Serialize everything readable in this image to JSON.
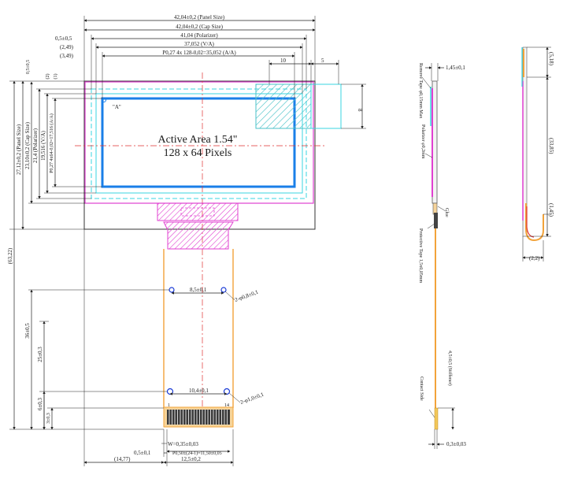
{
  "front_view": {
    "active_area_title": "Active Area 1.54\"",
    "pixels_label": "128 x 64 Pixels",
    "point_a": "\"A\"",
    "dim_panel_size": "42,04±0,2 (Panel Size)",
    "dim_cap_size": "42,04±0,2 (Cap Size)",
    "dim_polarizer": "41,04 (Polarizer)",
    "dim_va": "37,052 (V/A)",
    "dim_aa": "P0,27 4x 128-0,02=35,052 (A/A)",
    "dim_0_5": "0,5±0,5",
    "dim_2_49": "(2,49)",
    "dim_3_49": "(3,49)",
    "dim_10": "10",
    "dim_5": "5",
    "dim_8": "8",
    "vdim_0_5": "0,5±0,5",
    "vdim_1": "(1)",
    "vdim_2": "(2)",
    "vdim_aa": "P0,27 4x64-0,02=17,516 (A/A)",
    "vdim_va": "19,516 (V/A)",
    "vdim_polarizer": "21,4 (Polarizer)",
    "vdim_cap": "23,10±0,2 (Cap Size)",
    "vdim_panel": "27,12±0,2 (Panel Size)",
    "vdim_total": "(63,22)",
    "vdim_36": "36±0,5",
    "vdim_25": "25±0,3",
    "vdim_6": "6±0,3",
    "vdim_3": "3±0,3",
    "hole_spacing_1": "8,5±0,1",
    "hole_label_1": "2-φ0,8±0,1",
    "hole_spacing_2": "10,4±0,1",
    "hole_label_2": "2-φ1,0±0,1",
    "pin_1": "1",
    "pin_14": "14",
    "w_label": "W=0,35±0,03",
    "pitch_label": "P0,50±(24-1)=11,50±0,05",
    "dim_0_5_bottom": "0,5±0,1",
    "dim_14_77": "(14,77)",
    "dim_12_5": "12,5±0,2"
  },
  "side_view": {
    "thickness": "1,45±0,1",
    "remove_tape": "Remove Tape φ0,15mm Max",
    "polarizer": "Polarizer φ0,2mm",
    "glue": "Glue",
    "protective_tape": "Protective Tape 1,5x0,05mm",
    "stiffener": "4,5±0,5 (Stiffener)",
    "contact_side": "Contact Side",
    "fpc_thickness": "0,3±0,03"
  },
  "bend_view": {
    "dim_5_18": "(5,18)",
    "dim_33_85": "(33,85)",
    "dim_1_45": "(1,45)",
    "dim_2_2": "(2,2)"
  },
  "colors": {
    "magenta": "#e03fd0",
    "cyan": "#38d6e0",
    "blue": "#1a7fe8",
    "orange": "#f2a33a",
    "red": "#e03030",
    "hatch": "#4ac2c8"
  }
}
